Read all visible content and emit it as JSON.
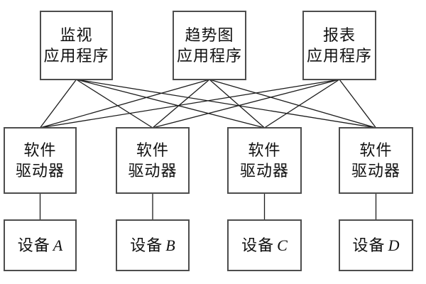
{
  "diagram": {
    "background_color": "#ffffff",
    "box_border_color": "#4d4d4d",
    "edge_line_color": "#1c1c1c",
    "text_color": "#111111",
    "applications": [
      {
        "id": "app-monitor",
        "line1": "监视",
        "line2": "应用程序"
      },
      {
        "id": "app-trend",
        "line1": "趋势图",
        "line2": "应用程序"
      },
      {
        "id": "app-report",
        "line1": "报表",
        "line2": "应用程序"
      }
    ],
    "drivers": [
      {
        "id": "driver-1",
        "line1": "软件",
        "line2": "驱动器"
      },
      {
        "id": "driver-2",
        "line1": "软件",
        "line2": "驱动器"
      },
      {
        "id": "driver-3",
        "line1": "软件",
        "line2": "驱动器"
      },
      {
        "id": "driver-4",
        "line1": "软件",
        "line2": "驱动器"
      }
    ],
    "devices": [
      {
        "id": "device-a",
        "name": "设备",
        "letter": "A"
      },
      {
        "id": "device-b",
        "name": "设备",
        "letter": "B"
      },
      {
        "id": "device-c",
        "name": "设备",
        "letter": "C"
      },
      {
        "id": "device-d",
        "name": "设备",
        "letter": "D"
      }
    ],
    "connections": {
      "app_to_driver": [
        [
          0,
          0
        ],
        [
          0,
          1
        ],
        [
          0,
          2
        ],
        [
          0,
          3
        ],
        [
          1,
          0
        ],
        [
          1,
          1
        ],
        [
          1,
          2
        ],
        [
          1,
          3
        ],
        [
          2,
          0
        ],
        [
          2,
          1
        ],
        [
          2,
          2
        ],
        [
          2,
          3
        ]
      ],
      "driver_to_device": [
        [
          0,
          0
        ],
        [
          1,
          1
        ],
        [
          2,
          2
        ],
        [
          3,
          3
        ]
      ]
    }
  }
}
